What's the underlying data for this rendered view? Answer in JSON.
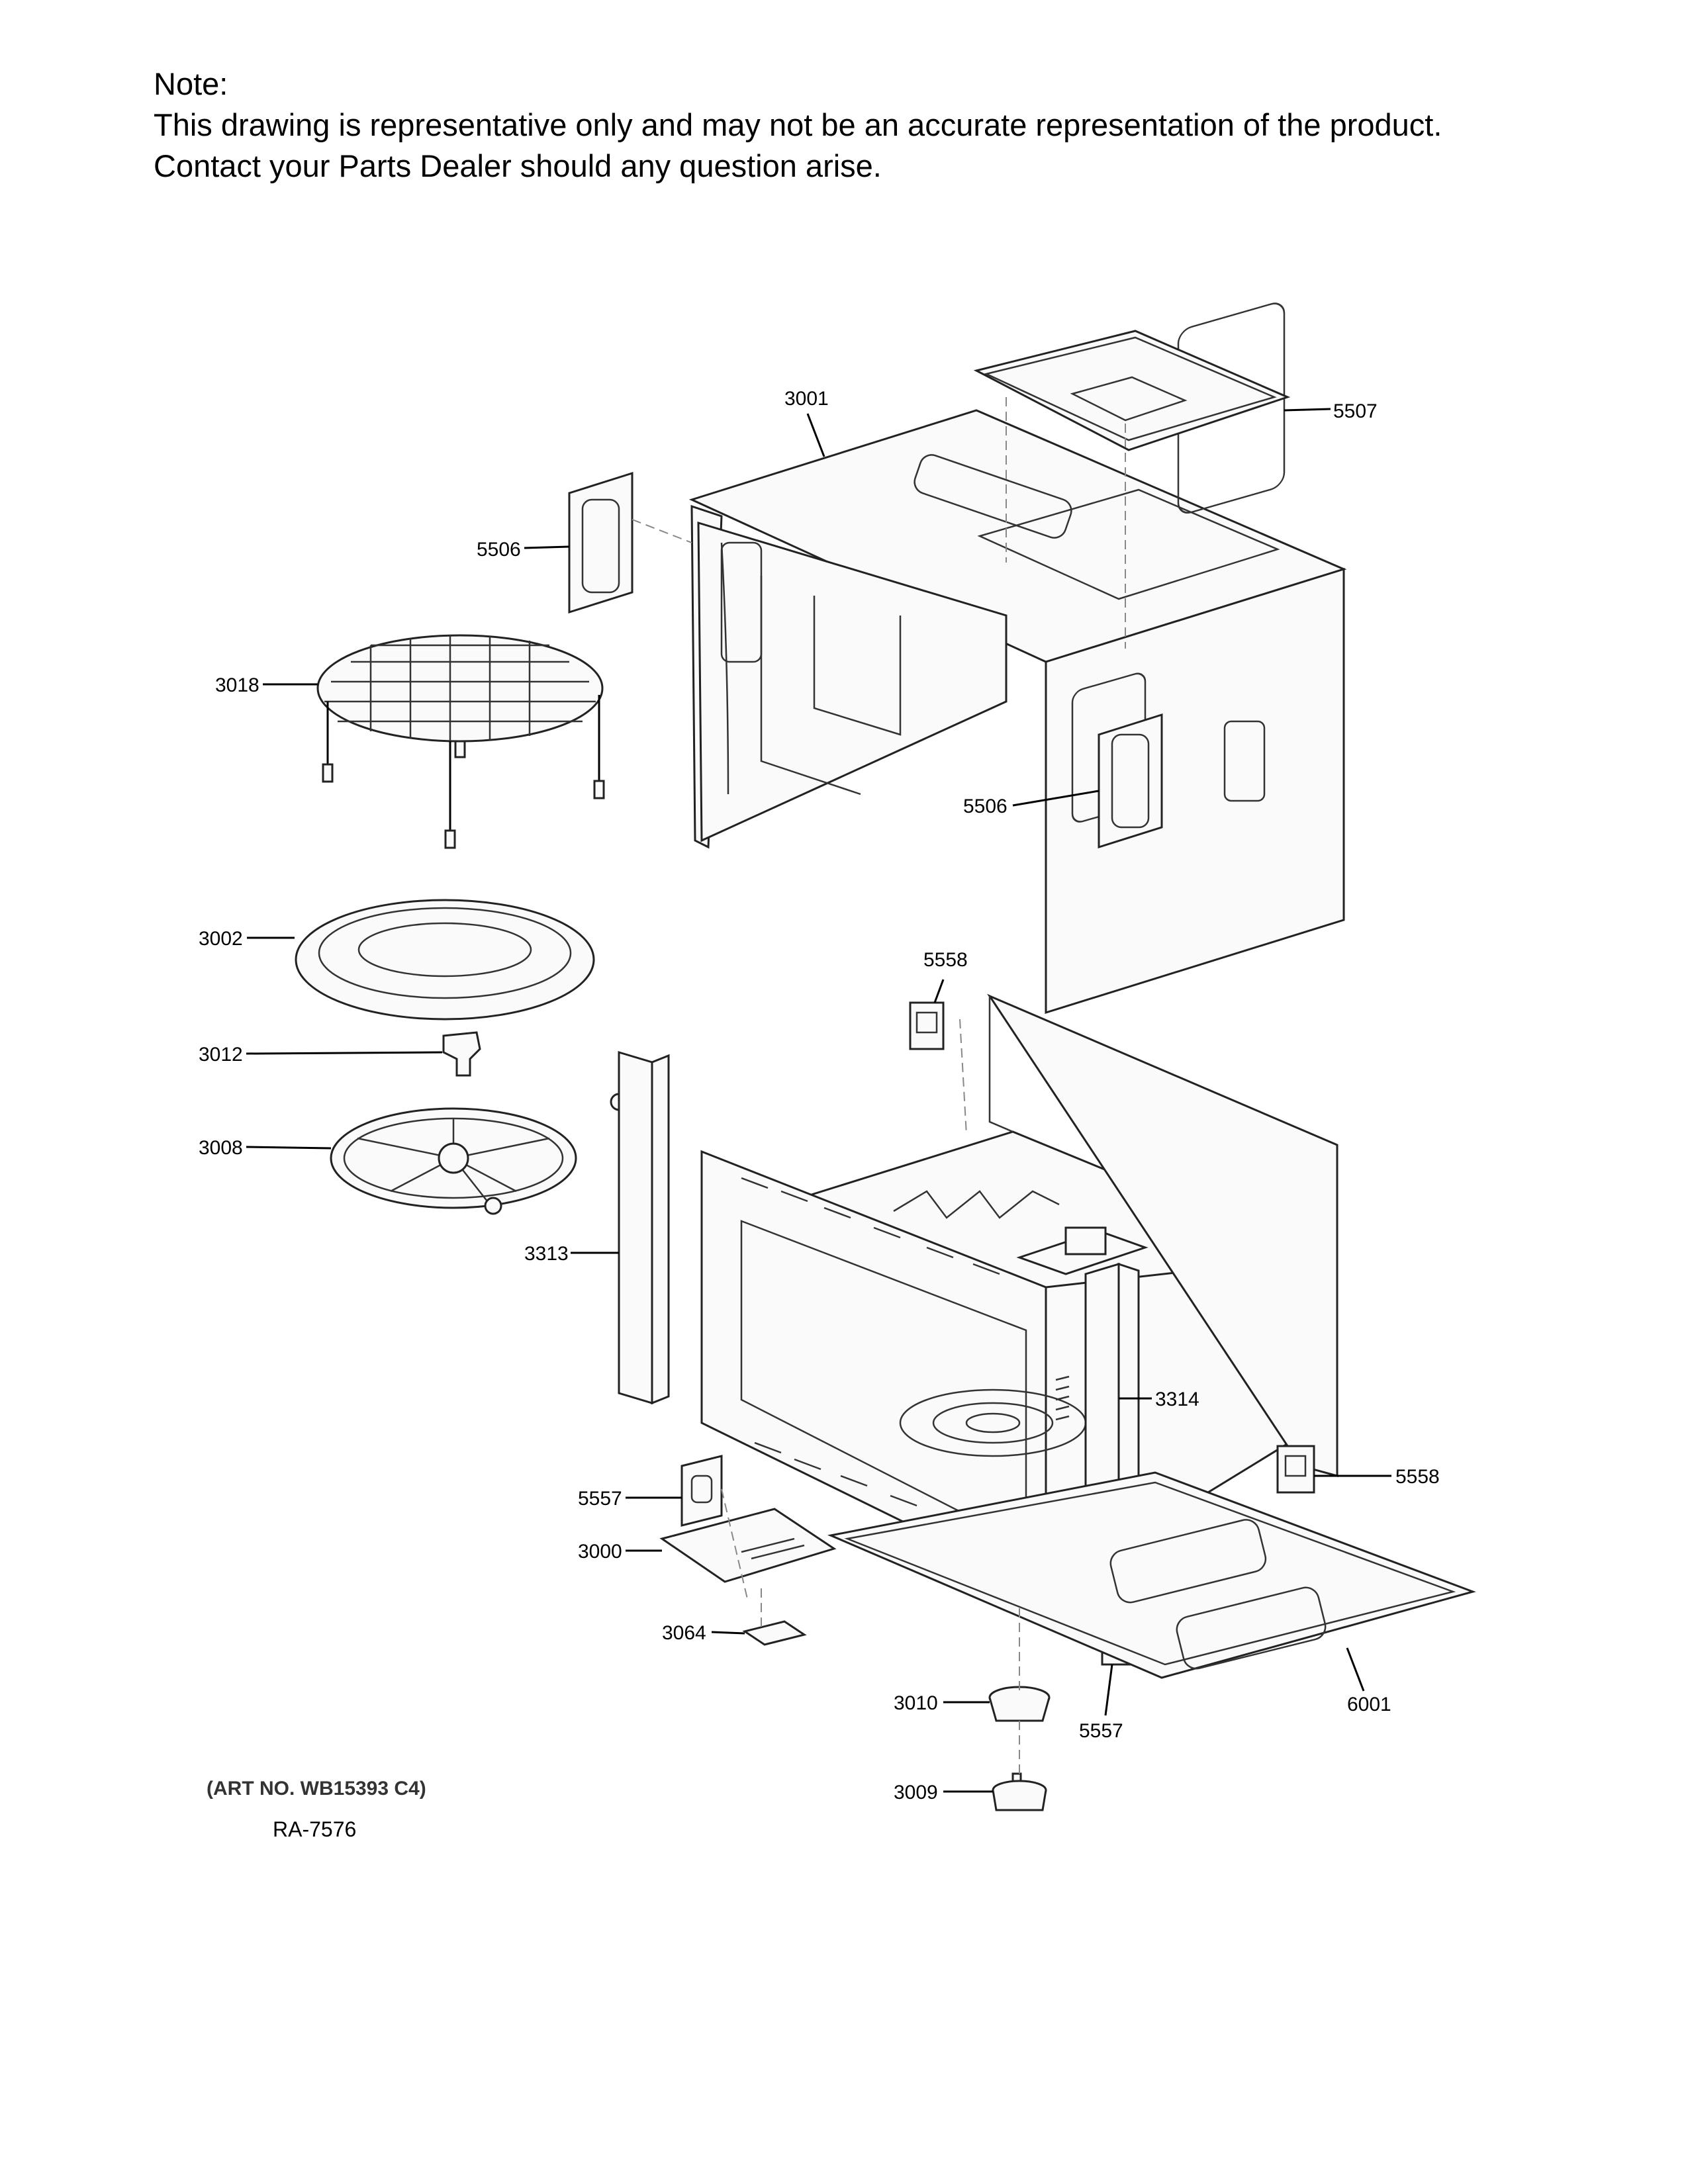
{
  "note": {
    "heading": "Note:",
    "line1": "This drawing is representative only and may not be an accurate representation of the product.",
    "line2": "Contact your Parts Dealer should any question arise."
  },
  "callouts": {
    "p3001": "3001",
    "p5507": "5507",
    "p5506a": "5506",
    "p5506b": "5506",
    "p3018": "3018",
    "p3002": "3002",
    "p3012": "3012",
    "p3008": "3008",
    "p5558a": "5558",
    "p5558b": "5558",
    "p3313": "3313",
    "p3314": "3314",
    "p5557a": "5557",
    "p5557b": "5557",
    "p3000": "3000",
    "p3064": "3064",
    "p3010": "3010",
    "p3009": "3009",
    "p6001": "6001"
  },
  "footer": {
    "art_no": "(ART NO. WB15393 C4)",
    "ra": "RA-7576"
  }
}
